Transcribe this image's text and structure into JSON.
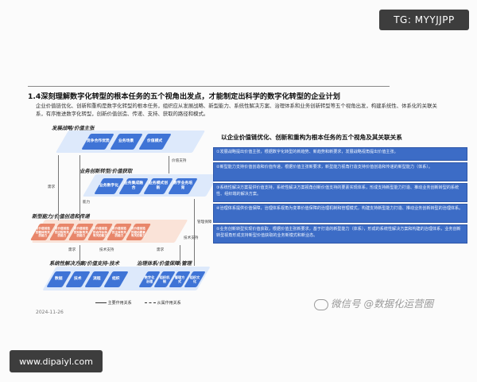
{
  "top_tag": "TG: MYYJJPP",
  "bottom_tag": "www.dipaiyl.com",
  "doc": {
    "title": "1.4深刻理解数字化转型的根本任务的五个视角出发点，才能制定出科学的数字化转型的企业计划",
    "intro": "企业价值链优化、创新和重构是数字化转型的根本任务，组织应从发展战略、新型能力、系统性解决方案、治理体系和业务创新转型等五个视角出发，构建系统性、体系化的关联关系，有序推进数字化转型，创新价值创造、传递、支持、获取的路径和模式。"
  },
  "diagram": {
    "layers": [
      {
        "title": "发展战略/价值主张",
        "boxes": [
          "竞争合作优势",
          "业务场景",
          "价值模式"
        ],
        "color": "#3f74d6",
        "plane": "#dde9fb"
      },
      {
        "title": "业务创新转型/价值获取",
        "boxes": [
          "业务数字化",
          "业务集成融合",
          "业务模式创新",
          "数字业务培育"
        ],
        "color": "#3f74d6",
        "plane": "#dde9fb"
      },
      {
        "title": "新型能力/价值创造和传递",
        "boxes": [
          "与价值创造的载体有关的能力",
          "与价值创造的过程有关的能力",
          "与价值创造的对象有关的能力",
          "与价值创造的合作伙伴有关的能力",
          "与价值创造的主体有关的能力",
          "与价值创造的驱动要素有关的能力"
        ],
        "color": "#e8866a",
        "plane": "#fae3d8"
      },
      {
        "title": "系统性解决方案/价值支持-技术",
        "boxes": [
          "数据",
          "技术",
          "流程",
          "组织"
        ],
        "color": "#3f74d6",
        "plane": "#dde9fb"
      },
      {
        "title": "治理体系/价值保障-管理",
        "boxes": [
          "数字化治理",
          "组织机制",
          "管理方式",
          "组织文化"
        ],
        "color": "#3f74d6",
        "plane": "#dde9fb"
      }
    ],
    "small_labels": {
      "need1": "需求",
      "value_support": "价值支持",
      "capability": "能力",
      "need2": "需求",
      "need3": "需求",
      "tech_support": "技术支持",
      "gov_support": "管理保障",
      "tech_support2": "技术支持"
    },
    "legend": {
      "main": "主要作用关系",
      "sub": "从属作用关系"
    },
    "date": "2024-11-26"
  },
  "right_panel": {
    "title": "以企业价值链优化、创新和重构为根本任务的五个视角及其关联关系",
    "items": [
      "①发展战略提出价值主张，根据数字化转型的新趋势、新趋势和新要求，发展战略视角提出价值主张。",
      "②新型能力支持价值创造和价值传递，根据价值主张新要求，新型能力视角打造支持价值创造和传递的新型能力（体系）。",
      "③系统性解决方案提供价值支持，系统性解决方案视角创新价值支持的要素实现体系，形成支持新型能力打造、推动业务创新转型的系统性、组织端的解决方案。",
      "④治理体系提供价值保障，治理体系视角为变革价值保障的治理机制和管理模式，构建支持新型能力打造、推动业务创新转型的治理体系。",
      "⑤业务创新转型实现价值获取，根据价值主张新要求，基于打造的新型能力（体系），形成的系统性解决方案和构建的治理体系，业务创新转型视角形成支持新型价值获取的业务新模式和新业态。"
    ]
  },
  "watermark": "微信号 @数据化运营圈",
  "colors": {
    "accent_blue": "#3c6cc6",
    "accent_orange": "#e8866a"
  }
}
